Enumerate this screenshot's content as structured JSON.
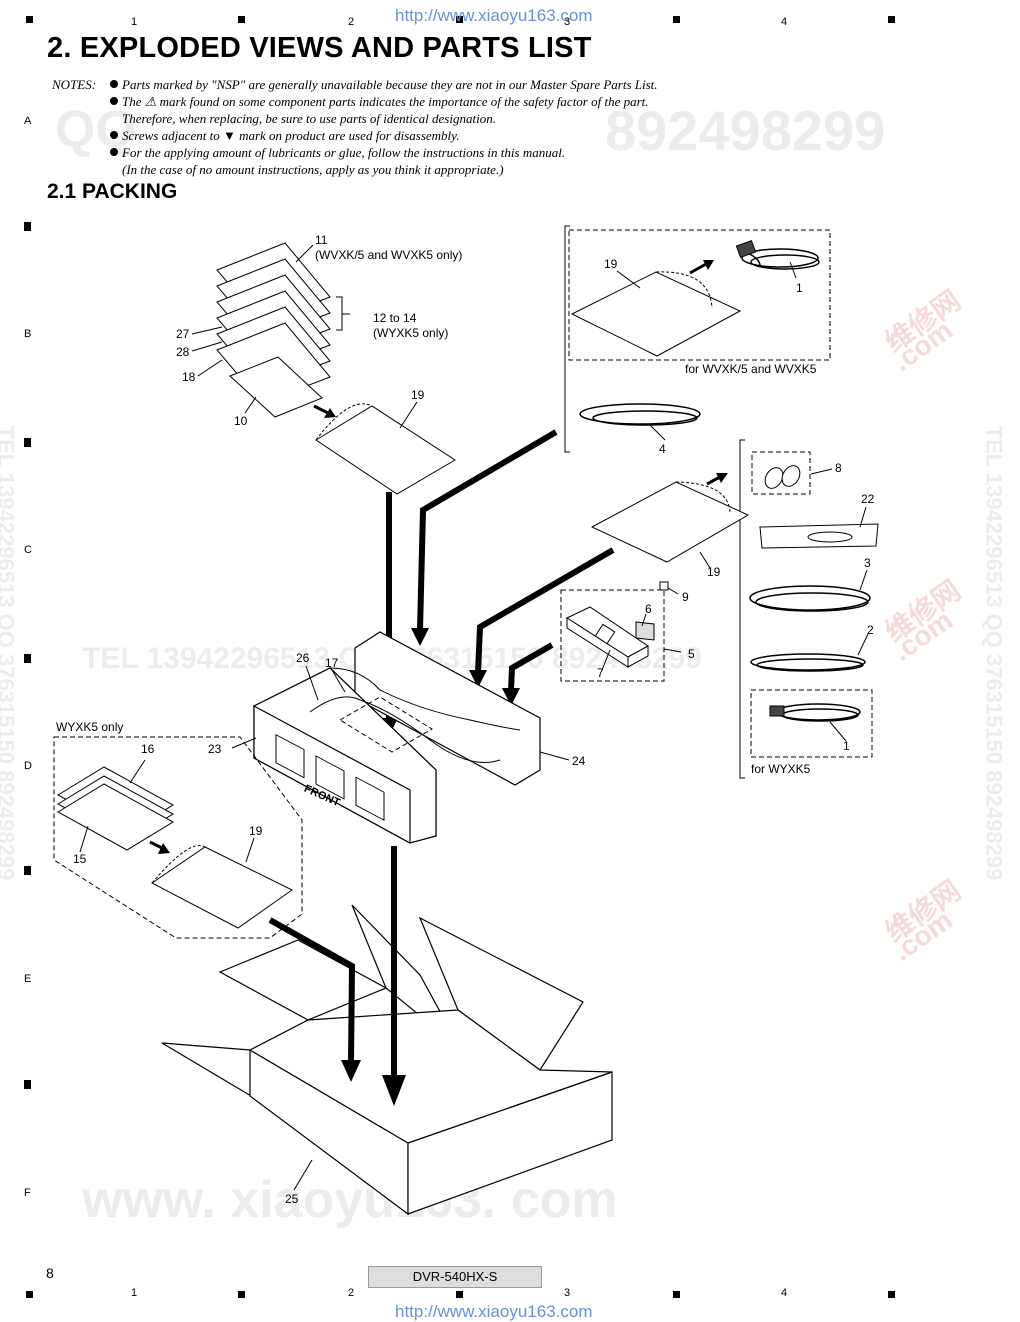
{
  "header_url": "http://www.xiaoyu163.com",
  "footer_url": "http://www.xiaoyu163.com",
  "column_numbers": [
    "1",
    "2",
    "3",
    "4"
  ],
  "row_letters": [
    "A",
    "B",
    "C",
    "D",
    "E",
    "F"
  ],
  "title": "2. EXPLODED VIEWS AND PARTS LIST",
  "notes": {
    "label": "NOTES:",
    "lines": [
      "Parts marked by \"NSP\" are generally unavailable because they are not in our Master Spare Parts List.",
      "The  ⚠  mark found on some component parts indicates the importance of the safety factor of the part.",
      "Therefore, when replacing, be sure to use parts of identical designation.",
      "Screws adjacent to ▼ mark on product are used for disassembly.",
      "For the applying amount of lubricants or glue, follow the instructions in this manual.",
      "(In the case of no amount instructions, apply as you think it appropriate.)"
    ]
  },
  "section_title": "2.1  PACKING",
  "watermarks": {
    "qq_top": "QQ",
    "number_top": "892498299",
    "tel_mid": "TEL  13942296513   QQ  376315150  892498299",
    "www_bottom": "www. xiaoyu163. com",
    "tel_vert_left": "TEL 13942296513 QQ 376315150 892498299",
    "tel_vert_right": "TEL 13942296513 QQ 376315150 892498299",
    "site_a": "维修网",
    "site_b": ".com"
  },
  "part_labels": {
    "p11": "11",
    "p11_note": "(WVXK/5 and WVXK5 only)",
    "p12_14": "12 to 14",
    "p12_14_note": "(WYXK5 only)",
    "p27": "27",
    "p28": "28",
    "p18": "18",
    "p10": "10",
    "p19a": "19",
    "p19b": "19",
    "p19c": "19",
    "p19d": "19",
    "p1a": "1",
    "p1b": "1",
    "for_wvxk": "for WVXK/5 and WVXK5",
    "p4": "4",
    "p8": "8",
    "p22": "22",
    "p3": "3",
    "p2": "2",
    "for_wyxk5": "for WYXK5",
    "p9": "9",
    "p6": "6",
    "p5": "5",
    "p7": "7",
    "p26": "26",
    "p17": "17",
    "p23": "23",
    "p24": "24",
    "wyxk5_only": "WYXK5 only",
    "p16": "16",
    "p15": "15",
    "p25": "25",
    "front": "FRONT"
  },
  "page_number": "8",
  "model": "DVR-540HX-S"
}
